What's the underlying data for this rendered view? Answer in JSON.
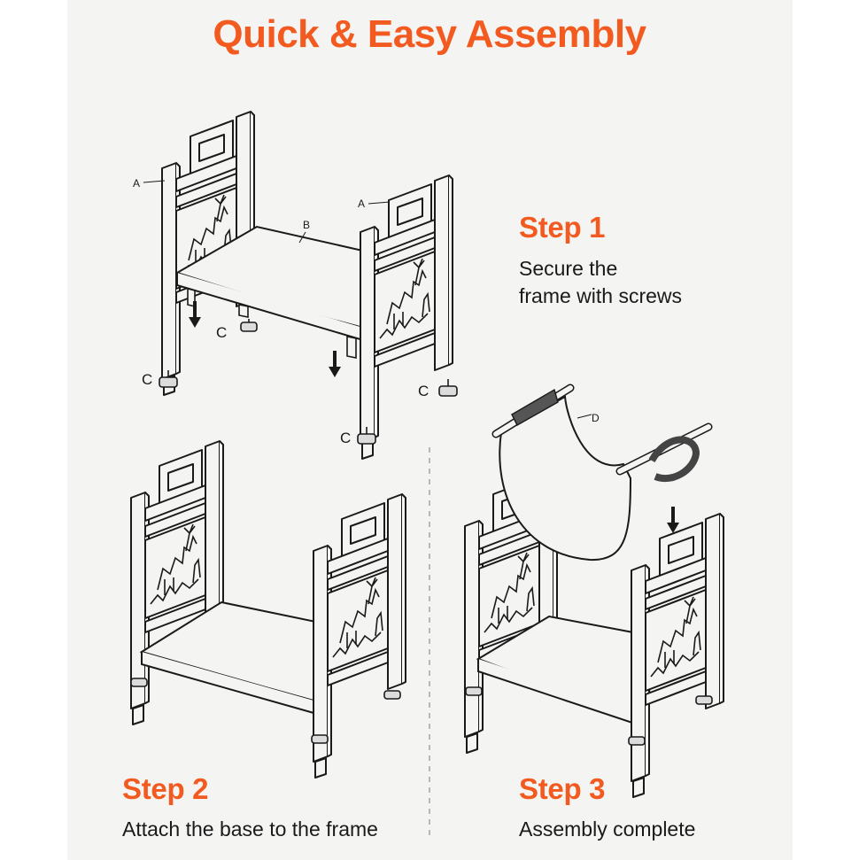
{
  "title": "Quick & Easy Assembly",
  "step1": {
    "heading": "Step 1",
    "line1": "Secure the",
    "line2": "frame with screws"
  },
  "step2": {
    "heading": "Step 2",
    "desc": "Attach the base to the frame"
  },
  "step3": {
    "heading": "Step 3",
    "desc": "Assembly complete"
  },
  "part_labels": {
    "a": "A",
    "b": "B",
    "c": "C",
    "d": "D"
  },
  "colors": {
    "accent": "#f25a1f",
    "panel": "#f4f4f3",
    "line": "#1a1a1a"
  }
}
